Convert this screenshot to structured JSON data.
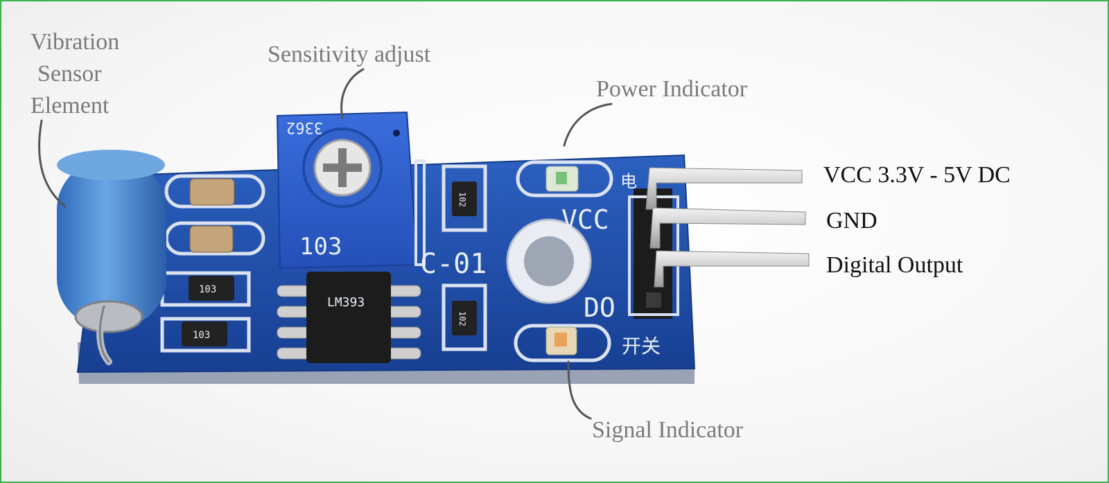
{
  "callouts": {
    "vibration_sensor": [
      "Vibration",
      "Sensor",
      "Element"
    ],
    "sensitivity": "Sensitivity adjust",
    "power_indicator": "Power Indicator",
    "signal_indicator": "Signal Indicator"
  },
  "pins": {
    "vcc": "VCC 3.3V  -  5V  DC",
    "gnd": "GND",
    "dout": "Digital Output"
  },
  "silkscreen": {
    "vcc": "VCC",
    "do": "DO",
    "module": "C-01",
    "pot_top": "3362",
    "pot_code": "103",
    "resistor_code": "102",
    "cap_code": "103",
    "ic_marking": "LM393",
    "chinese_power": "电",
    "chinese_switch": "开关"
  },
  "colors": {
    "board": "#1f4fa8",
    "pot": "#2f5fd0",
    "sensor": "#4f8fd6",
    "callout_text": "#7a7a7a",
    "frame": "#38b24a"
  }
}
